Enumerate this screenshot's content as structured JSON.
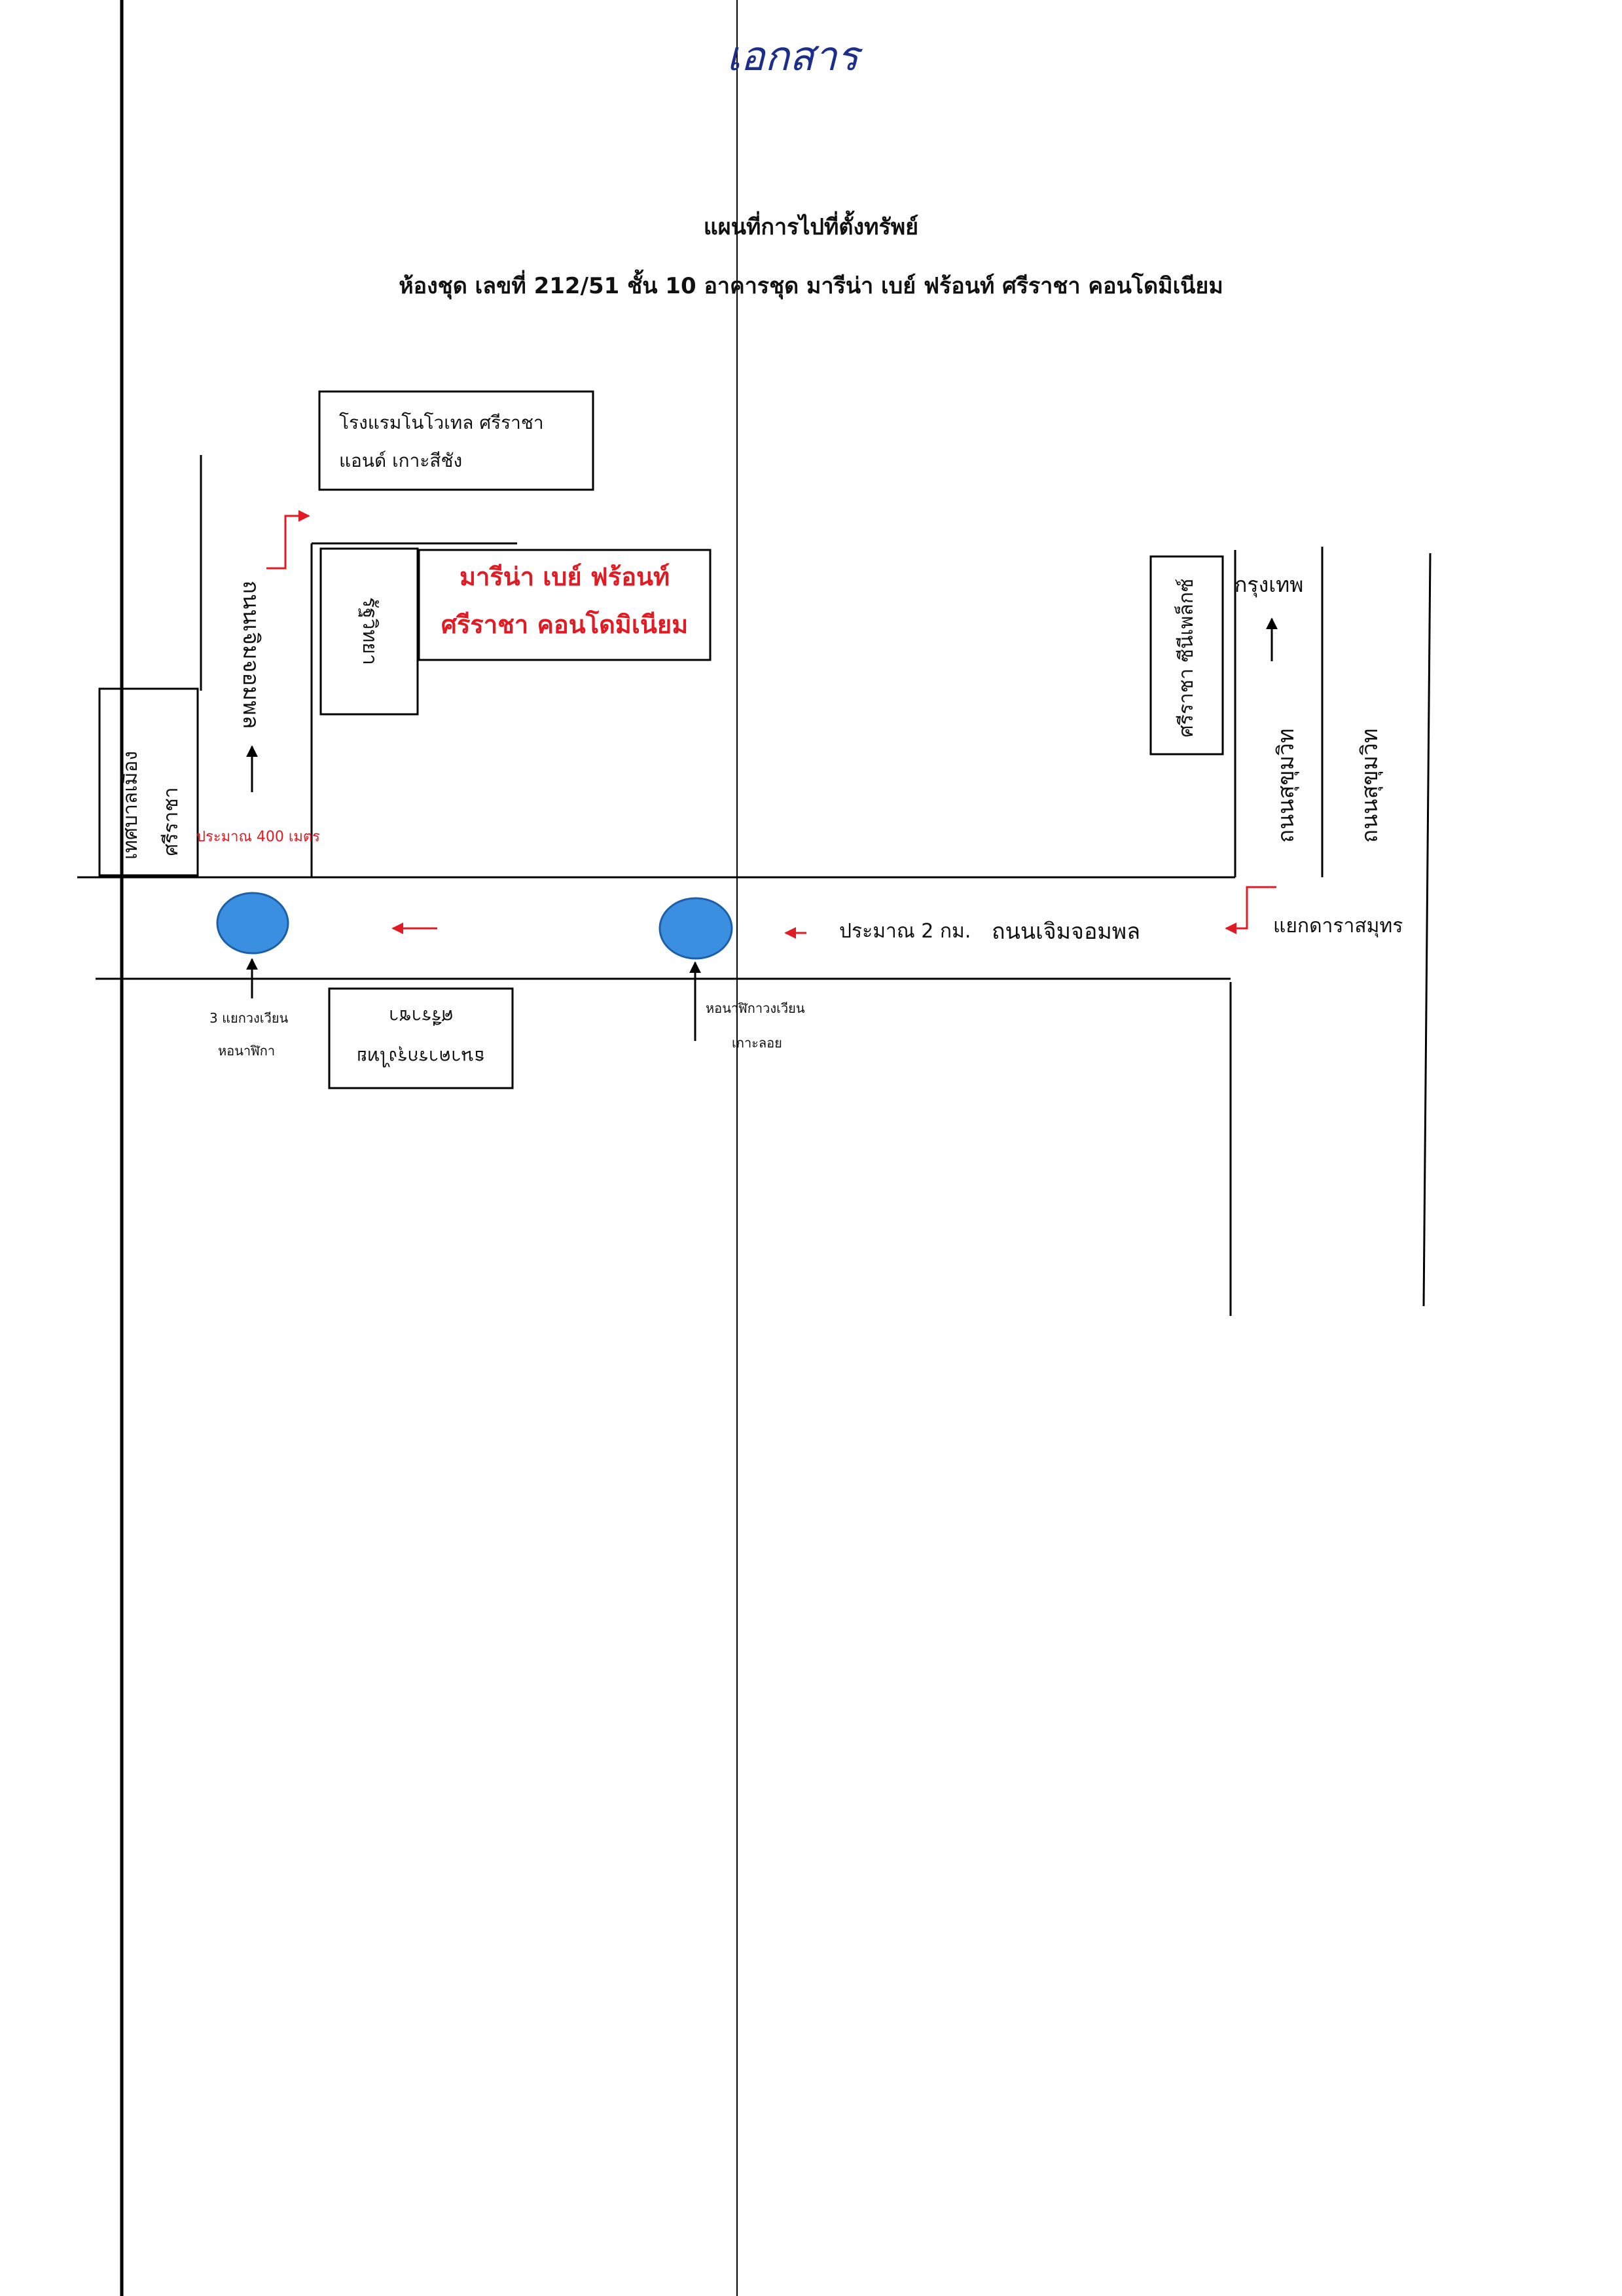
{
  "handwritten_note": "เอกสาร",
  "title": {
    "line1": "แผนที่การไปที่ตั้งทรัพย์",
    "line2": "ห้องชุด เลขที่ 212/51 ชั้น 10 อาคารชุด มารีน่า เบย์ ฟร้อนท์ ศรีราชา คอนโดมิเนียม"
  },
  "places": {
    "hotel_line1": "โรงแรมโนโวเทล ศรีราชา",
    "hotel_line2": "แอนด์ เกาะสีชัง",
    "condo_line1": "มารีน่า เบย์ ฟร้อนท์",
    "condo_line2": "ศรีราชา คอนโดมิเนียม",
    "school": "รัฐวิทยา",
    "municipality": "เทศบาลเมือง",
    "municipality_city": "ศรีราชา",
    "sriracha_plus": "ศรีราชา ซีนีเพล็กซ์",
    "bank_line1": "ธนาคารกรุงไทย",
    "bank_line2": "ศรีราชา"
  },
  "roads": {
    "road_left_vertical": "ถนนเจิมจอมพล",
    "highway_a": "ถนนสุขุมวิท",
    "highway_b": "ถนนสุขุมวิท",
    "main_road": "ถนนเจิมจอมพล"
  },
  "labels": {
    "bangkok": "กรุงเทพ",
    "approx_400": "ประมาณ 400 เมตร",
    "approx_2km": "ประมาณ 2 กม.",
    "intersection": "แยกดาราสมุทร",
    "roundabout1_line1": "3 แยกวงเวียน",
    "roundabout1_line2": "หอนาฬิกา",
    "roundabout2_line1": "หอนาฬิกาวงเวียน",
    "roundabout2_line2": "เกาะลอย"
  },
  "colors": {
    "accent_red": "#e01b24",
    "roundabout_blue": "#3b8fe0"
  }
}
